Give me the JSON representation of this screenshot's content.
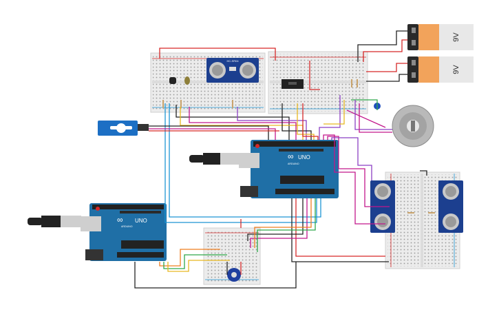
{
  "circuit": {
    "arduino_top": {
      "brand": "ARDUINO",
      "model": "UNO"
    },
    "arduino_bottom": {
      "brand": "ARDUINO",
      "model": "UNO"
    },
    "batteries": [
      {
        "label": "9V"
      },
      {
        "label": "9V"
      }
    ],
    "sensor_top": {
      "label": "HC-SR04"
    },
    "colors": {
      "breadboard": "#eeeeee",
      "arduino": "#1f6fa6",
      "sensor": "#1c3f8f",
      "battery_body": "#f2a35b",
      "battery_cap": "#2a2a2a",
      "wire_red": "#d62828",
      "wire_black": "#222222",
      "wire_blue": "#1c95d4",
      "wire_yellow": "#e8b820",
      "wire_green": "#2ea84a",
      "wire_orange": "#ef7d1d",
      "wire_purple": "#8b3fc4",
      "wire_magenta": "#c2168b",
      "wire_brown": "#8a5a2b"
    }
  }
}
